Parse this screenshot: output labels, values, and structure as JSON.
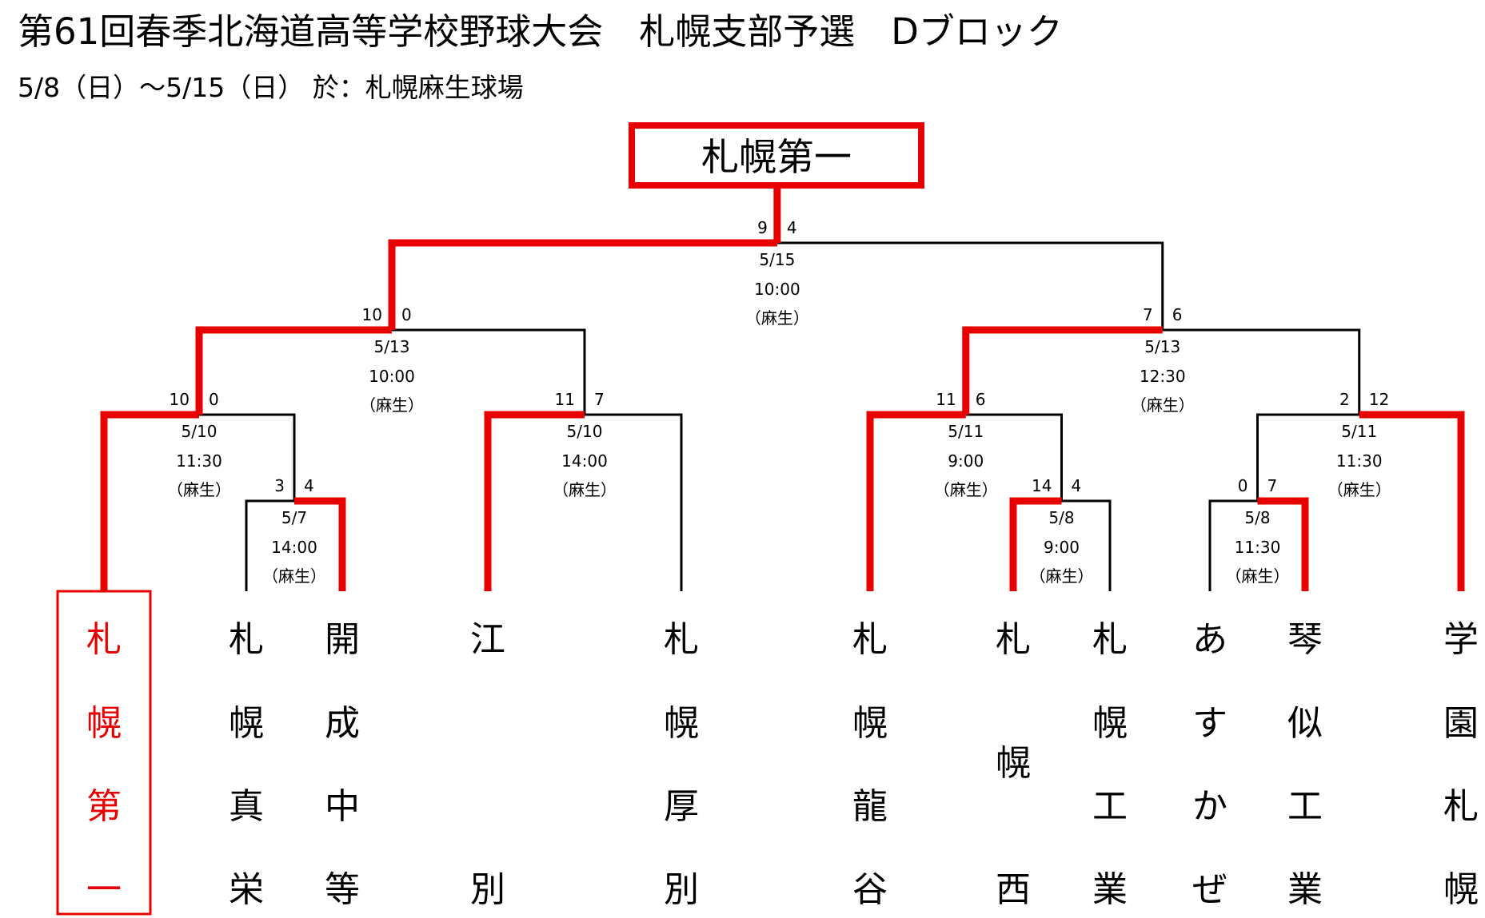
{
  "header": {
    "title": "第61回春季北海道高等学校野球大会　札幌支部予選　Dブロック",
    "subtitle": "5/8（日）～5/15（日） 於：札幌麻生球場"
  },
  "colors": {
    "winner": "#e80000",
    "loser": "#000000"
  },
  "champion": "札幌第一",
  "teams": [
    {
      "name": "札幌第一",
      "chars": [
        "札",
        "幌",
        "第",
        "一"
      ],
      "winner": true
    },
    {
      "name": "札幌真栄",
      "chars": [
        "札",
        "幌",
        "真",
        "栄"
      ]
    },
    {
      "name": "開成中等",
      "chars": [
        "開",
        "成",
        "中",
        "等"
      ]
    },
    {
      "name": "江別",
      "chars": [
        "江",
        "",
        "",
        "別"
      ]
    },
    {
      "name": "札幌厚別",
      "chars": [
        "札",
        "幌",
        "厚",
        "別"
      ]
    },
    {
      "name": "札幌龍谷",
      "chars": [
        "札",
        "幌",
        "龍",
        "谷"
      ]
    },
    {
      "name": "札幌西",
      "chars": [
        "札",
        "",
        "幌",
        "西"
      ],
      "staggered": true
    },
    {
      "name": "札幌工業",
      "chars": [
        "札",
        "幌",
        "工",
        "業"
      ]
    },
    {
      "name": "あすかぜ",
      "chars": [
        "あ",
        "す",
        "か",
        "ぜ"
      ]
    },
    {
      "name": "琴似工業",
      "chars": [
        "琴",
        "似",
        "工",
        "業"
      ]
    },
    {
      "name": "学園札幌",
      "chars": [
        "学",
        "園",
        "札",
        "幌"
      ]
    }
  ],
  "matches": [
    {
      "id": "r1a",
      "a": 1,
      "b": 2,
      "winner": "b",
      "score_a": "3",
      "score_b": "4",
      "date": "5/7",
      "time": "14:00",
      "venue": "（麻生）"
    },
    {
      "id": "r1b",
      "a": 6,
      "b": 7,
      "winner": "a",
      "score_a": "14",
      "score_b": "4",
      "date": "5/8",
      "time": "9:00",
      "venue": "（麻生）"
    },
    {
      "id": "r1c",
      "a": 8,
      "b": 9,
      "winner": "b",
      "score_a": "0",
      "score_b": "7",
      "date": "5/8",
      "time": "11:30",
      "venue": "（麻生）"
    },
    {
      "id": "r2a",
      "a": 0,
      "b": "r1a",
      "winner": "a",
      "score_a": "10",
      "score_b": "0",
      "date": "5/10",
      "time": "11:30",
      "venue": "（麻生）"
    },
    {
      "id": "r2b",
      "a": 3,
      "b": 4,
      "winner": "a",
      "score_a": "11",
      "score_b": "7",
      "date": "5/10",
      "time": "14:00",
      "venue": "（麻生）"
    },
    {
      "id": "r2c",
      "a": 5,
      "b": "r1b",
      "winner": "a",
      "score_a": "11",
      "score_b": "6",
      "date": "5/11",
      "time": "9:00",
      "venue": "（麻生）"
    },
    {
      "id": "r2d",
      "a": "r1c",
      "b": 10,
      "winner": "b",
      "score_a": "2",
      "score_b": "12",
      "date": "5/11",
      "time": "11:30",
      "venue": "（麻生）"
    },
    {
      "id": "sfa",
      "a": "r2a",
      "b": "r2b",
      "winner": "a",
      "score_a": "10",
      "score_b": "0",
      "date": "5/13",
      "time": "10:00",
      "venue": "（麻生）"
    },
    {
      "id": "sfb",
      "a": "r2c",
      "b": "r2d",
      "winner": "a",
      "score_a": "7",
      "score_b": "6",
      "date": "5/13",
      "time": "12:30",
      "venue": "（麻生）"
    },
    {
      "id": "final",
      "a": "sfa",
      "b": "sfb",
      "winner": "a",
      "score_a": "9",
      "score_b": "4",
      "date": "5/15",
      "time": "10:00",
      "venue": "（麻生）"
    }
  ]
}
